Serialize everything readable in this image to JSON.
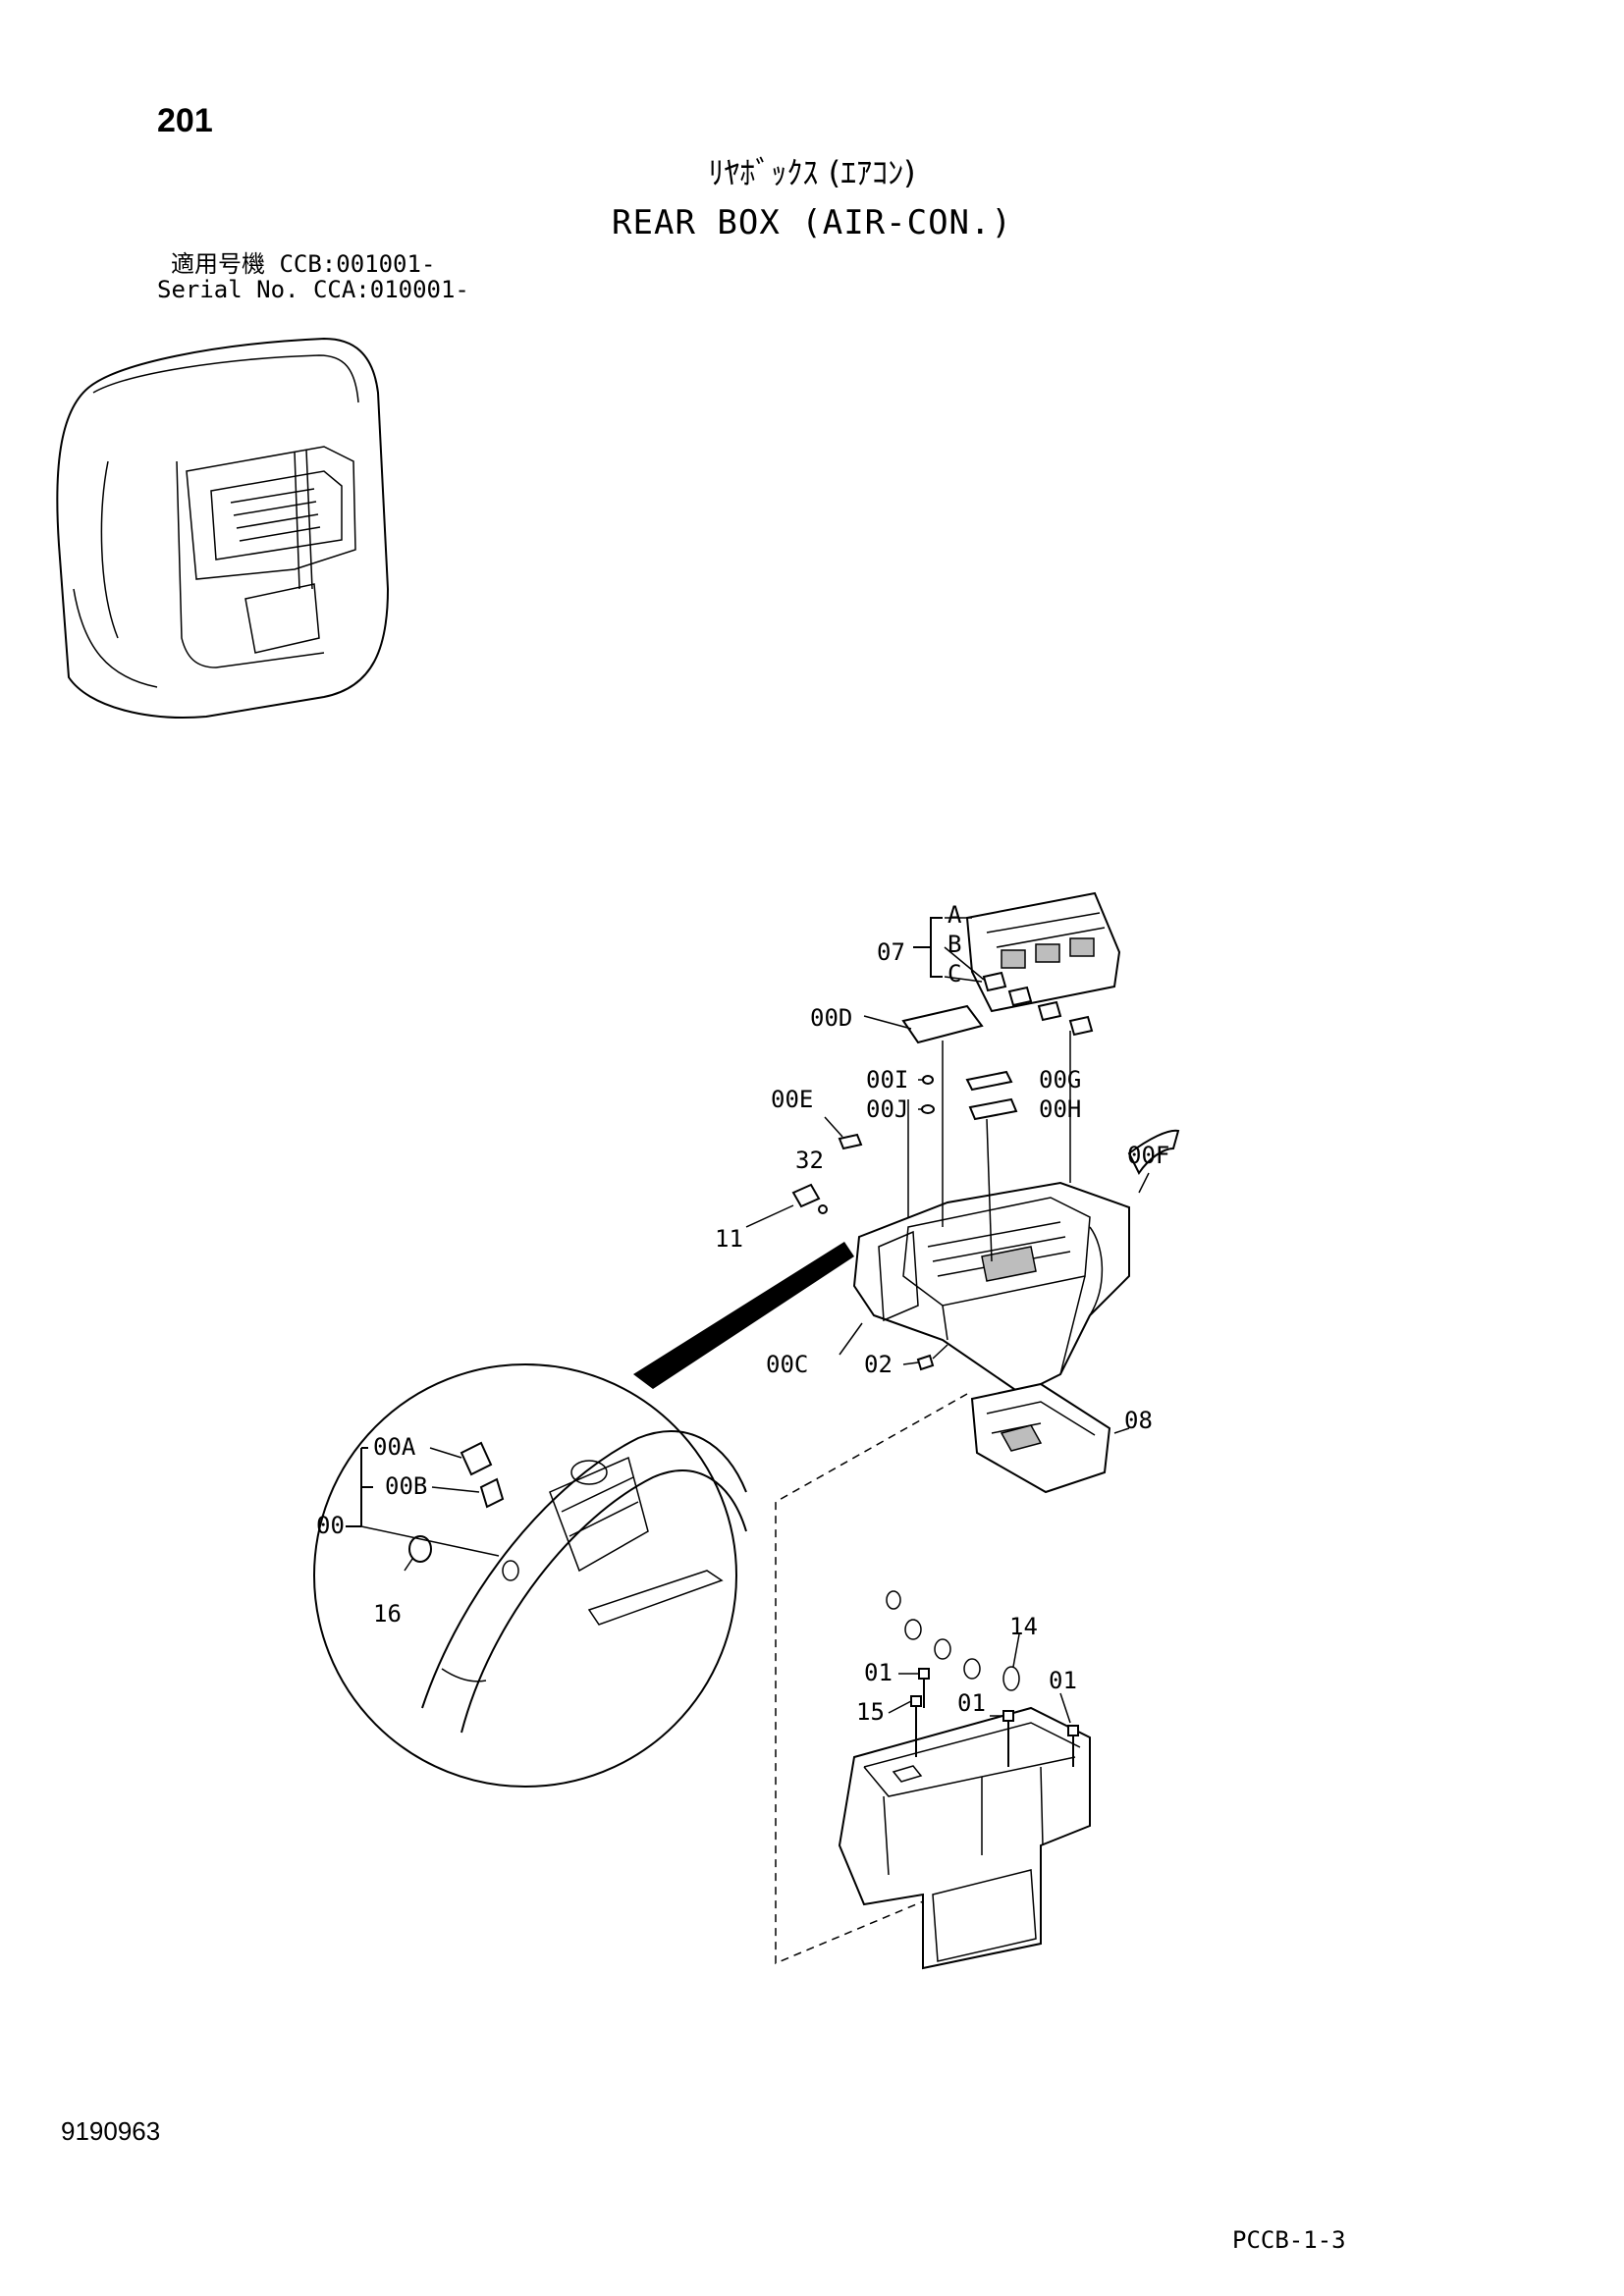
{
  "header": {
    "page_number": "201",
    "title_jp": "ﾘﾔﾎﾞｯｸｽ (ｴｱｺﾝ)",
    "title_en": "REAR BOX (AIR-CON.)",
    "serial_line_1": "適用号機  CCB:001001-",
    "serial_line_2": "Serial No. CCA:010001-"
  },
  "callouts": {
    "p07": "07",
    "p07a": "A",
    "p07b": "B",
    "p07c": "C",
    "p00d": "00D",
    "p00i": "00I",
    "p00j": "00J",
    "p00g": "00G",
    "p00h": "00H",
    "p00e": "00E",
    "p32": "32",
    "p00f": "00F",
    "p11": "11",
    "p00c": "00C",
    "p02": "02",
    "p08": "08",
    "p00a": "00A",
    "p00b": "00B",
    "p00": "00",
    "p16": "16",
    "p14": "14",
    "p01a": "01",
    "p01b": "01",
    "p01c": "01",
    "p15": "15"
  },
  "footer": {
    "doc_number": "9190963",
    "page_code": "PCCB-1-3"
  },
  "icons": [
    "cab-overview-illustration",
    "rear-box-exploded-view",
    "detail-magnifier-circle",
    "mounting-bracket-illustration"
  ]
}
